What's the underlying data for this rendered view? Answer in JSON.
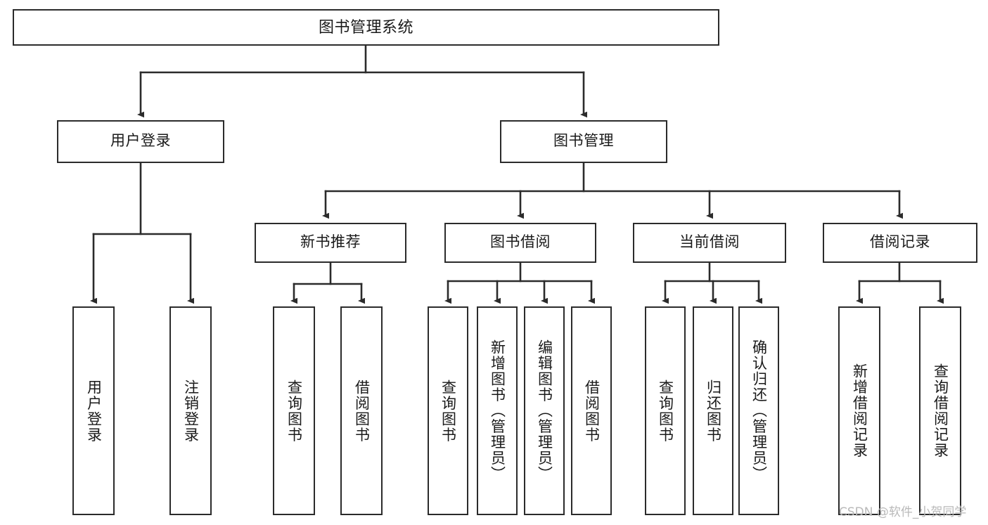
{
  "diagram": {
    "type": "tree-hierarchy",
    "title": "图书管理系统",
    "orientation": "top-down",
    "colors": {
      "box_border": "#2b2b2b",
      "box_fill": "#ffffff",
      "connector": "#2b2b2b",
      "text": "#1a1a1a",
      "watermark": "#b9b9b9",
      "background": "#ffffff"
    },
    "nodes": {
      "root": {
        "label": "图书管理系统"
      },
      "level2": [
        {
          "id": "user-login",
          "label": "用户登录"
        },
        {
          "id": "book-management",
          "label": "图书管理"
        }
      ],
      "level3": [
        {
          "id": "new-book-recommend",
          "label": "新书推荐"
        },
        {
          "id": "book-borrow",
          "label": "图书借阅"
        },
        {
          "id": "current-borrow",
          "label": "当前借阅"
        },
        {
          "id": "borrow-record",
          "label": "借阅记录"
        }
      ],
      "leaves": {
        "user_login": [
          {
            "id": "leaf-user-login",
            "label": "用户登录"
          },
          {
            "id": "leaf-logout-login",
            "label": "注销登录"
          }
        ],
        "new_book_recommend": [
          {
            "id": "leaf-query-book-1",
            "label": "查询图书"
          },
          {
            "id": "leaf-borrow-book-1",
            "label": "借阅图书"
          }
        ],
        "book_borrow": [
          {
            "id": "leaf-query-book-2",
            "label": "查询图书"
          },
          {
            "id": "leaf-add-book",
            "label": "新增图书（管理员）"
          },
          {
            "id": "leaf-edit-book",
            "label": "编辑图书（管理员）"
          },
          {
            "id": "leaf-borrow-book-2",
            "label": "借阅图书"
          }
        ],
        "current_borrow": [
          {
            "id": "leaf-query-book-3",
            "label": "查询图书"
          },
          {
            "id": "leaf-return-book",
            "label": "归还图书"
          },
          {
            "id": "leaf-confirm-return",
            "label": "确认归还（管理员）"
          }
        ],
        "borrow_record": [
          {
            "id": "leaf-add-record",
            "label": "新增借阅记录"
          },
          {
            "id": "leaf-query-record",
            "label": "查询借阅记录"
          }
        ]
      }
    },
    "watermark": "CSDN @软件_小贺同学"
  }
}
